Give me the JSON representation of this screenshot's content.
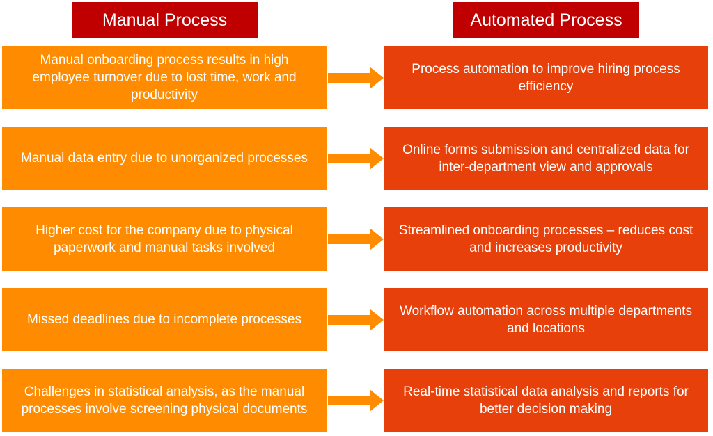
{
  "headers": {
    "left": "Manual Process",
    "right": "Automated Process"
  },
  "colors": {
    "header_bg": "#c00000",
    "manual_box": "#ff8c00",
    "automated_box": "#e8400a",
    "arrow": "#ff8c00"
  },
  "rows": [
    {
      "manual": "Manual onboarding process results in high employee turnover due to lost time, work and productivity",
      "automated": "Process automation to improve hiring process efficiency"
    },
    {
      "manual": "Manual data entry due to unorganized processes",
      "automated": "Online forms submission and centralized data for inter-department view and approvals"
    },
    {
      "manual": "Higher cost for the company due to physical paperwork and manual tasks involved",
      "automated": "Streamlined onboarding processes – reduces cost and increases productivity"
    },
    {
      "manual": "Missed deadlines due to incomplete processes",
      "automated": "Workflow automation across multiple departments and locations"
    },
    {
      "manual": "Challenges in statistical analysis, as the manual processes involve screening physical documents",
      "automated": "Real-time statistical data analysis and reports for better decision making"
    }
  ]
}
